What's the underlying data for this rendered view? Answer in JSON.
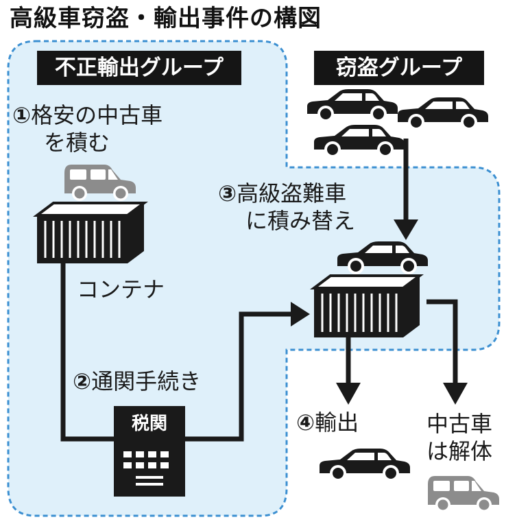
{
  "title": "高級車窃盗・輸出事件の構図",
  "groups": {
    "export": "不正輸出グループ",
    "theft": "窃盗グループ"
  },
  "steps": {
    "s1_num": "①",
    "s1_line1": "格安の中古車",
    "s1_line2": "を積む",
    "s2_num": "②",
    "s2_text": "通関手続き",
    "s3_num": "③",
    "s3_line1": "高級盗難車",
    "s3_line2": "に積み替え",
    "s4_num": "④",
    "s4_text": "輸出"
  },
  "labels": {
    "container": "コンテナ",
    "customs": "税関",
    "used_line1": "中古車",
    "used_line2": "は解体"
  },
  "colors": {
    "zone_fill": "#dff0fa",
    "zone_border": "#3b8fd1",
    "dark": "#1a1a1a",
    "grey_car": "#8c8c8c"
  }
}
